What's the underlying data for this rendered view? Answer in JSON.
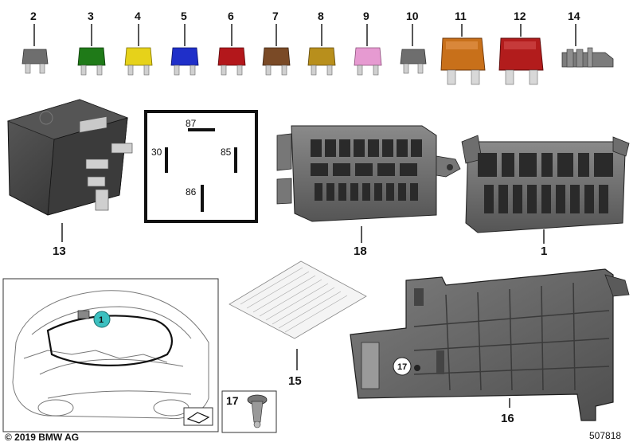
{
  "callouts": {
    "c2": "2",
    "c3": "3",
    "c4": "4",
    "c5": "5",
    "c6": "6",
    "c7": "7",
    "c8": "8",
    "c9": "9",
    "c10": "10",
    "c11": "11",
    "c12": "12",
    "c14": "14",
    "c13": "13",
    "c18": "18",
    "c1": "1",
    "c15": "15",
    "c16": "16",
    "c17": "17"
  },
  "relay_diagram": {
    "p87": "87",
    "p30": "30",
    "p85": "85",
    "p86": "86"
  },
  "inset_marker": "1",
  "part_marker": "17",
  "copyright": "© 2019 BMW AG",
  "diagram_number": "507818",
  "colors": {
    "fuse_grey": "#6e6e6e",
    "fuse_green": "#1f7a18",
    "fuse_yellow": "#e6d21a",
    "fuse_blue": "#1f2fc9",
    "fuse_red": "#b3171b",
    "fuse_brown": "#7a4a26",
    "fuse_gold": "#b88f1c",
    "fuse_pink": "#e69ad1",
    "maxi_orange": "#c8701a",
    "maxi_red": "#b21c1c",
    "marker_teal": "#3cc0c0"
  }
}
